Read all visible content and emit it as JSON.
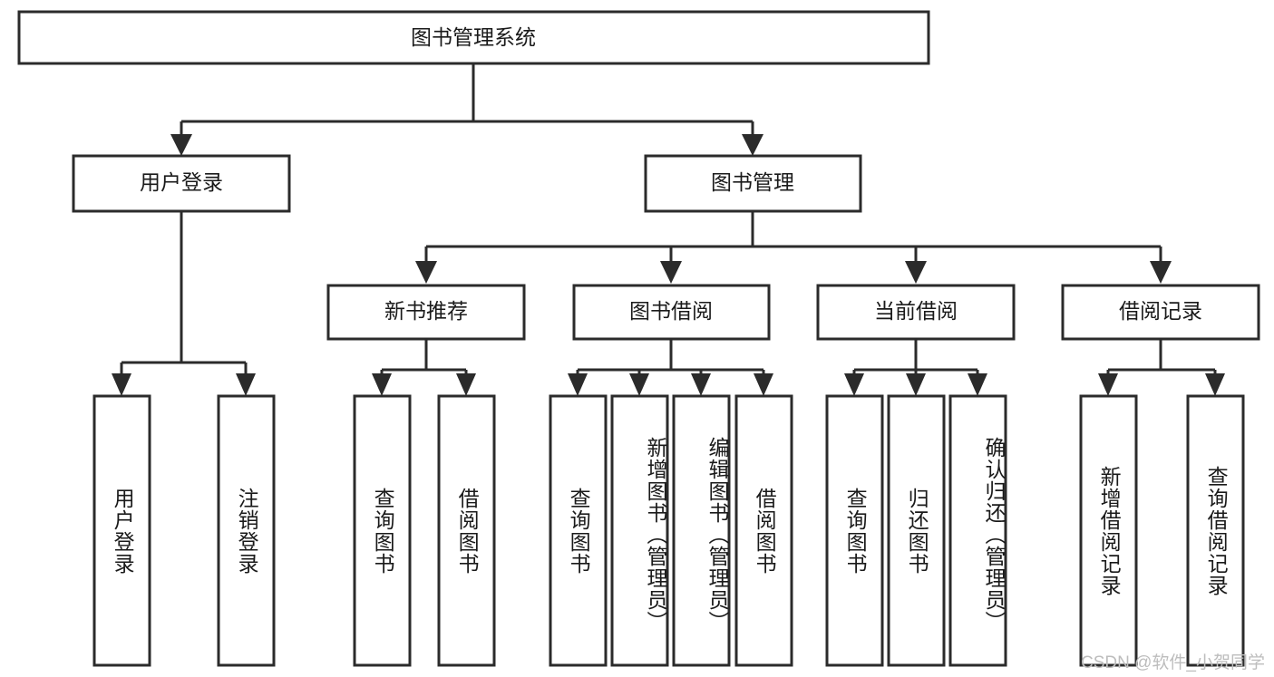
{
  "diagram": {
    "title": "图书管理系统",
    "type": "tree-hierarchy-chart",
    "root": {
      "label": "图书管理系统"
    },
    "level2": [
      {
        "label": "用户登录"
      },
      {
        "label": "图书管理"
      }
    ],
    "level3": [
      {
        "label": "新书推荐"
      },
      {
        "label": "图书借阅"
      },
      {
        "label": "当前借阅"
      },
      {
        "label": "借阅记录"
      }
    ],
    "leaves": {
      "user_login": [
        {
          "label": "用户登录"
        },
        {
          "label": "注销登录"
        }
      ],
      "new_book_recommend": [
        {
          "label": "查询图书"
        },
        {
          "label": "借阅图书"
        }
      ],
      "book_borrow": [
        {
          "label": "查询图书"
        },
        {
          "label": "新增图书（管理员）"
        },
        {
          "label": "编辑图书（管理员）"
        },
        {
          "label": "借阅图书"
        }
      ],
      "current_borrow": [
        {
          "label": "查询图书"
        },
        {
          "label": "归还图书"
        },
        {
          "label": "确认归还（管理员）"
        }
      ],
      "borrow_record": [
        {
          "label": "新增借阅记录"
        },
        {
          "label": "查询借阅记录"
        }
      ]
    }
  },
  "watermark": {
    "text": "CSDN @软件_小贺同学"
  },
  "colors": {
    "background": "#ffffff",
    "stroke": "#2b2b2b",
    "text": "#1a1a1a",
    "watermark": "#bdbdbd"
  }
}
